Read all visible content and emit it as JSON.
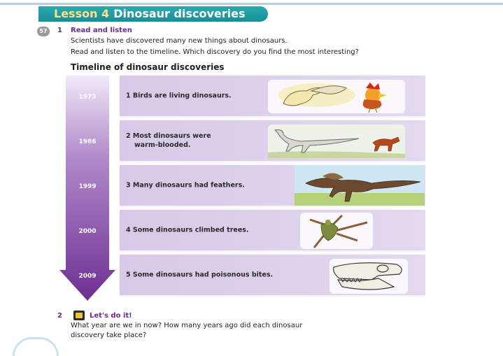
{
  "header": {
    "lesson_label": "Lesson 4",
    "lesson_title": "Dinosaur discoveries"
  },
  "section1": {
    "track": "57",
    "number": "1",
    "title": "Read and listen",
    "line1": "Scientists have discovered many new things about dinosaurs.",
    "line2": "Read and listen to the timeline. Which discovery do you find the most interesting?"
  },
  "timeline": {
    "title": "Timeline of dinosaur discoveries",
    "arrow_color": "#7b3a9a",
    "row_color": "#dccfea",
    "items": [
      {
        "year": "1973",
        "text": "1 Birds are living dinosaurs.",
        "picture": "dinosaur-and-rooster-picture"
      },
      {
        "year": "1986",
        "text": "2 Most dinosaurs were warm-blooded.",
        "text_line1": "2 Most dinosaurs were",
        "text_line2": "warm-blooded.",
        "picture": "running-dinosaur-and-horse-picture"
      },
      {
        "year": "1999",
        "text": "3 Many dinosaurs had feathers.",
        "picture": "feathered-dinosaur-picture"
      },
      {
        "year": "2000",
        "text": "4 Some dinosaurs climbed trees.",
        "picture": "tree-climbing-dinosaur-picture"
      },
      {
        "year": "2009",
        "text": "5 Some dinosaurs had poisonous bites.",
        "picture": "dinosaur-skull-picture"
      }
    ]
  },
  "section2": {
    "number": "2",
    "title": "Let's do it!",
    "line1": "What year are we in now? How many years ago did each dinosaur",
    "line2": "discovery take place?"
  }
}
